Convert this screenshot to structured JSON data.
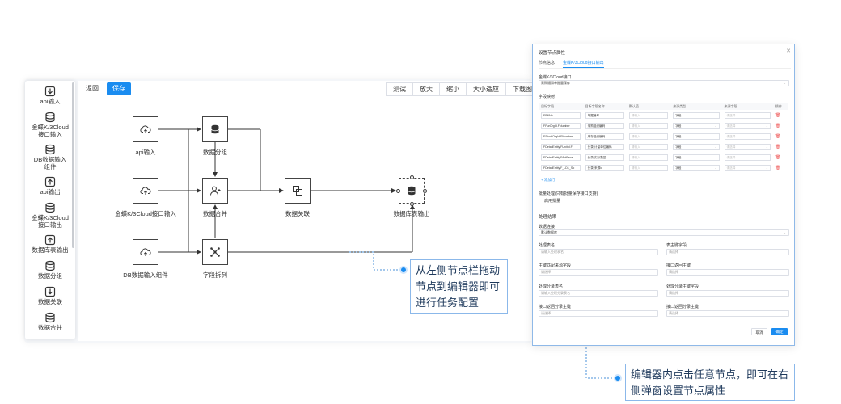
{
  "sidebar": {
    "items": [
      {
        "icon": "download-icon",
        "label": "api输入"
      },
      {
        "icon": "database-icon",
        "label": "金蝶K/3Cloud接口输入"
      },
      {
        "icon": "database-icon",
        "label": "DB数据输入组件"
      },
      {
        "icon": "upload-icon",
        "label": "api输出"
      },
      {
        "icon": "database-icon",
        "label": "金蝶K/3Cloud接口输出"
      },
      {
        "icon": "upload-icon",
        "label": "数据库表输出"
      },
      {
        "icon": "database-icon",
        "label": "数据分组"
      },
      {
        "icon": "download-icon",
        "label": "数据关联"
      },
      {
        "icon": "database-icon",
        "label": "数据合并"
      }
    ]
  },
  "toolbar": {
    "back_label": "返回",
    "save_label": "保存",
    "buttons": [
      "测试",
      "放大",
      "缩小",
      "大小适应",
      "下载图片"
    ]
  },
  "nodes": {
    "api_input": "api输入",
    "k3_input": "金蝶K/3Cloud接口输入",
    "db_input": "DB数据输入组件",
    "group": "数据分组",
    "merge": "数据合并",
    "split": "字段拆列",
    "join": "数据关联",
    "table_output": "数据库表输出"
  },
  "callouts": {
    "left": "从左侧节点栏拖动节点到编辑器即可进行任务配置",
    "right": "编辑器内点击任意节点，即可在右侧弹窗设置节点属性"
  },
  "dialog": {
    "title": "设置节点属性",
    "tabs": [
      "节点信息",
      "金蝶K/3Cloud接口输出"
    ],
    "section_interface": "金蝶K/3Cloud接口",
    "interface_value": "采购通知单批量保存",
    "section_mapping": "字段映射",
    "table_headers": [
      "目标字段",
      "目标字段名称",
      "默认值",
      "来源类型",
      "来源字段",
      "操作"
    ],
    "table_rows": [
      {
        "field": "FBillNo",
        "name": "单据编号",
        "default": "请输入",
        "type": "字段",
        "source": "请选择"
      },
      {
        "field": "FPurOrgId.FNumber",
        "name": "采购组织编码",
        "default": "请输入",
        "type": "字段",
        "source": "请选择"
      },
      {
        "field": "FStockOrgId.FNumber",
        "name": "库存组织编码",
        "default": "请输入",
        "type": "字段",
        "source": "请选择"
      },
      {
        "field": "FDetailEntity.FUnitId.FI",
        "name": "分录-计量单位编码",
        "default": "请输入",
        "type": "字段",
        "source": "请选择"
      },
      {
        "field": "FDetailEntity.FActRece",
        "name": "分录-实际数量",
        "default": "请输入",
        "type": "字段",
        "source": "请选择"
      },
      {
        "field": "FDetailEntity.F_LD1_So",
        "name": "分录-来源id",
        "default": "请输入",
        "type": "字段",
        "source": "请选择"
      }
    ],
    "add_row": "+ 添加行",
    "batch_label": "批量处理(只有批量保存接口支持)",
    "batch_value": "启用批量",
    "section_result": "处理结果",
    "datasource_label": "数据连接",
    "datasource_value": "默认数据库",
    "fields": [
      {
        "label": "处理表名",
        "placeholder": "请输入处理表名"
      },
      {
        "label": "表主键字段",
        "placeholder": "请选择"
      },
      {
        "label": "主键匹配来源字段",
        "placeholder": "请选择"
      },
      {
        "label": "接口返回主键",
        "placeholder": "请选择"
      },
      {
        "label": "处理分录表名",
        "placeholder": "请输入处理分录表名"
      },
      {
        "label": "处理分录主键字段",
        "placeholder": "请选择"
      },
      {
        "label": "接口返回分录主键",
        "placeholder": "请选择"
      },
      {
        "label": "接口返回分录主键",
        "placeholder": "请选择"
      }
    ],
    "cancel_label": "取消",
    "confirm_label": "确定"
  }
}
